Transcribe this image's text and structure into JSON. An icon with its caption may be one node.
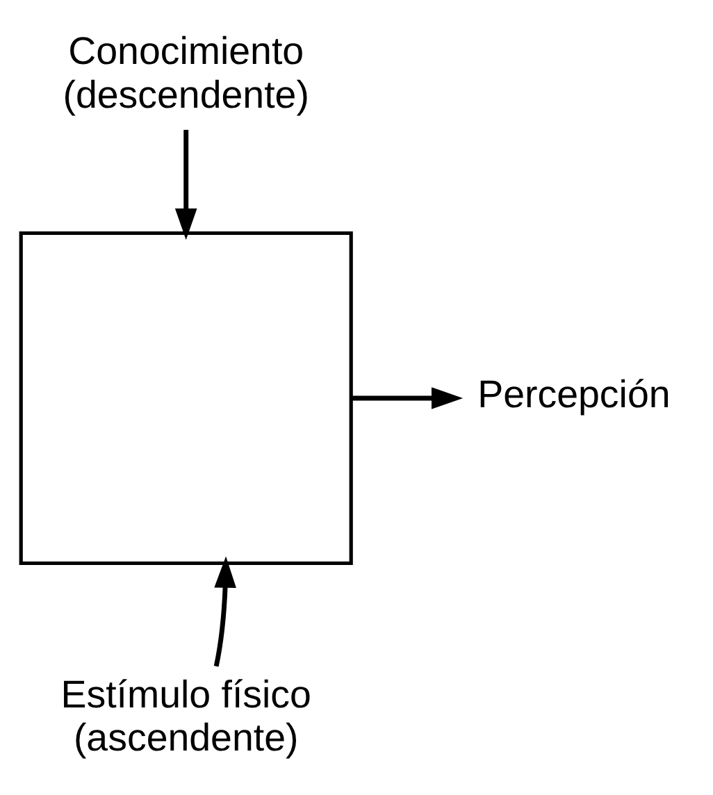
{
  "diagram": {
    "nodes": [
      {
        "text": [
          "Conocimiento (descendente)"
        ]
      },
      {
        "text": [],
        "shape": "box"
      },
      {
        "text": [
          "Percepción"
        ]
      },
      {
        "text": [
          "Estímulo físico (ascendente)"
        ]
      }
    ],
    "edges": [
      {
        "from": 0,
        "to": 1,
        "arrow": "to"
      },
      {
        "from": 1,
        "to": 2,
        "arrow": "to"
      },
      {
        "from": 3,
        "to": 1,
        "arrow": "to"
      }
    ]
  }
}
